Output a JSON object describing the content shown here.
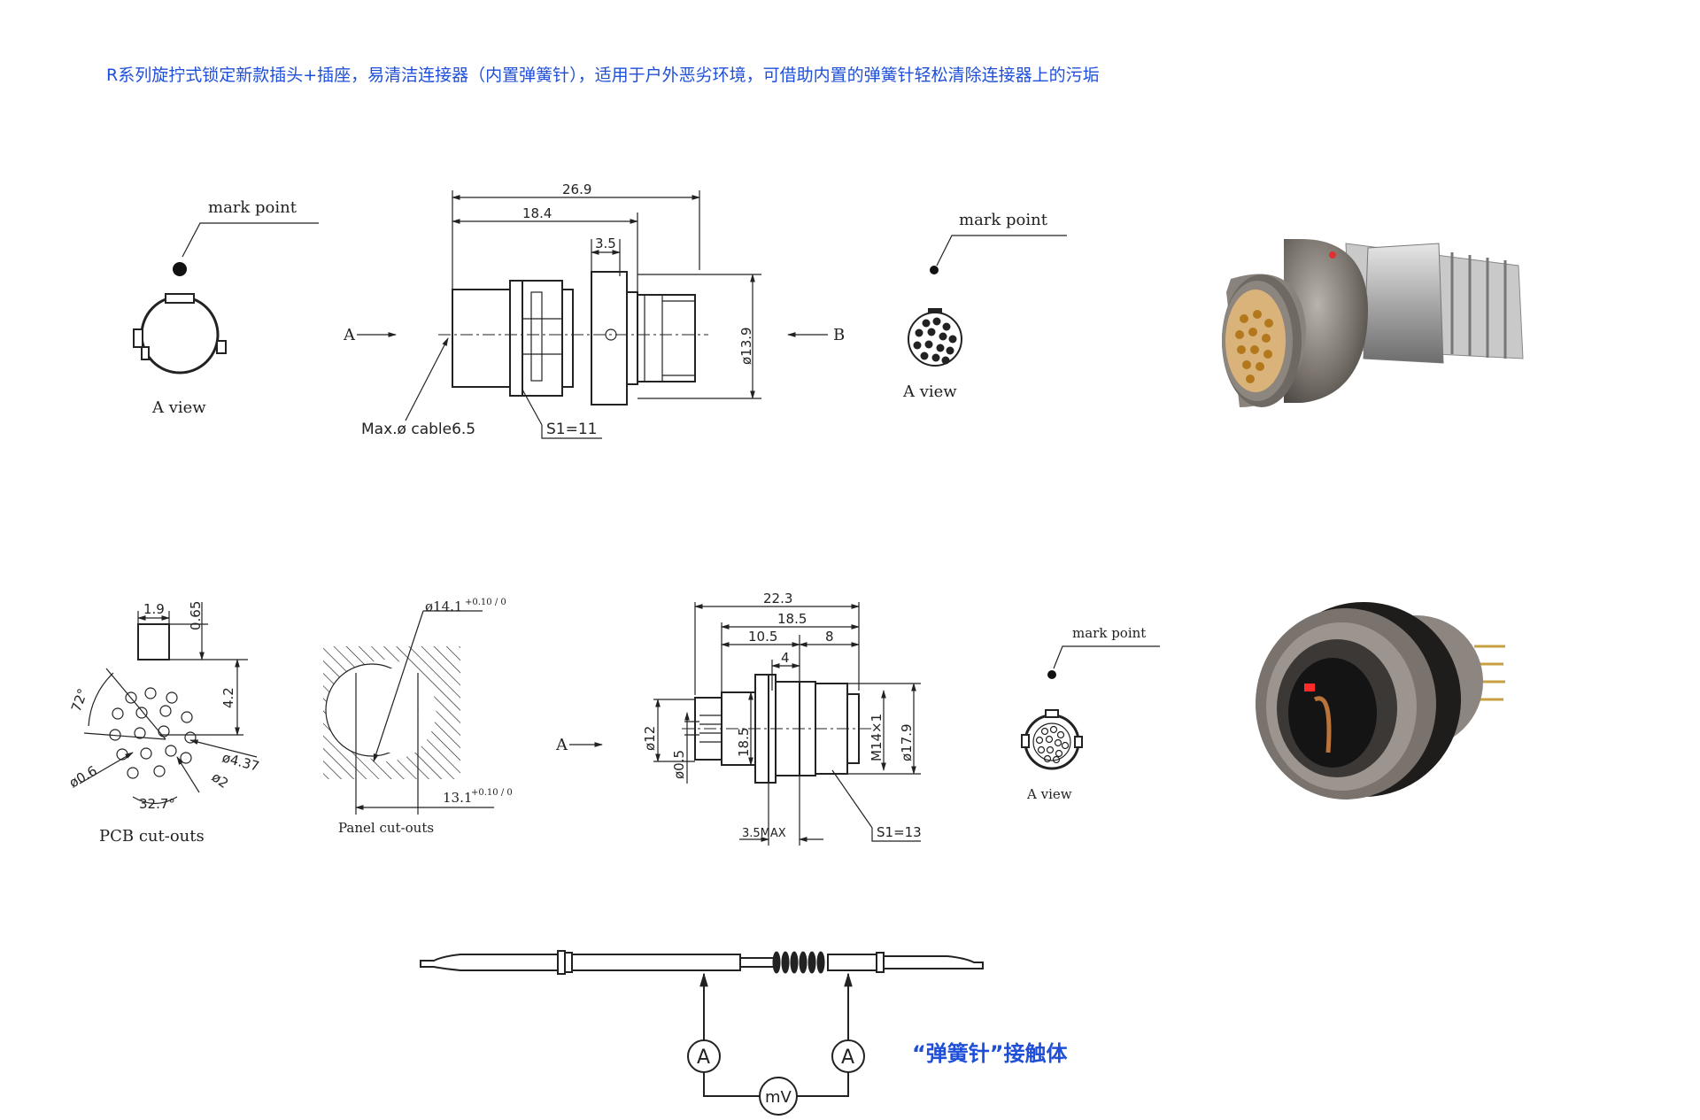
{
  "header": {
    "title": "R系列旋拧式锁定新款插头+插座，易清洁连接器（内置弹簧针），适用于户外恶劣环境，可借助内置的弹簧针轻松清除连接器上的污垢"
  },
  "plug": {
    "mark_point_left": "mark point",
    "a_view_left": "A view",
    "dim_overall": "26.9",
    "dim_body": "18.4",
    "dim_small": "3.5",
    "dim_dia": "ø13.9",
    "arrow_a": "A",
    "arrow_b": "B",
    "cable": "Max.ø cable6.5",
    "s1": "S1=11",
    "mark_point_right": "mark point",
    "a_view_right": "A view"
  },
  "socket": {
    "pcb_w": "1.9",
    "pcb_h": "0.65",
    "pcb_pitch": "4.2",
    "pcb_angle": "72°",
    "pcb_hole": "ø0.6",
    "pcb_pcd": "ø4.37",
    "pcb_center": "ø2",
    "pcb_angle2": "32.7°",
    "pcb_label": "PCB cut-outs",
    "panel_d1": "ø14.1",
    "panel_d1_tol": "+0.10 / 0",
    "panel_d2": "13.1",
    "panel_d2_tol": "+0.10 / 0",
    "panel_label": "Panel cut-outs",
    "dim_overall": "22.3",
    "dim_body": "18.5",
    "dim_front": "10.5",
    "dim_rear": "8",
    "dim_flange": "4",
    "dim_d12": "ø12",
    "dim_pin": "ø0.5",
    "dim_h": "18.5",
    "dim_thread": "M14×1",
    "dim_d179": "ø17.9",
    "arrow_a": "A",
    "dim_panel": "3.5MAX",
    "s1": "S1=13",
    "mark_point": "mark point",
    "a_view": "A view"
  },
  "spring": {
    "meter_left": "A",
    "meter_right": "A",
    "meter_mid": "mV",
    "caption": "“弹簧针”接触体"
  }
}
